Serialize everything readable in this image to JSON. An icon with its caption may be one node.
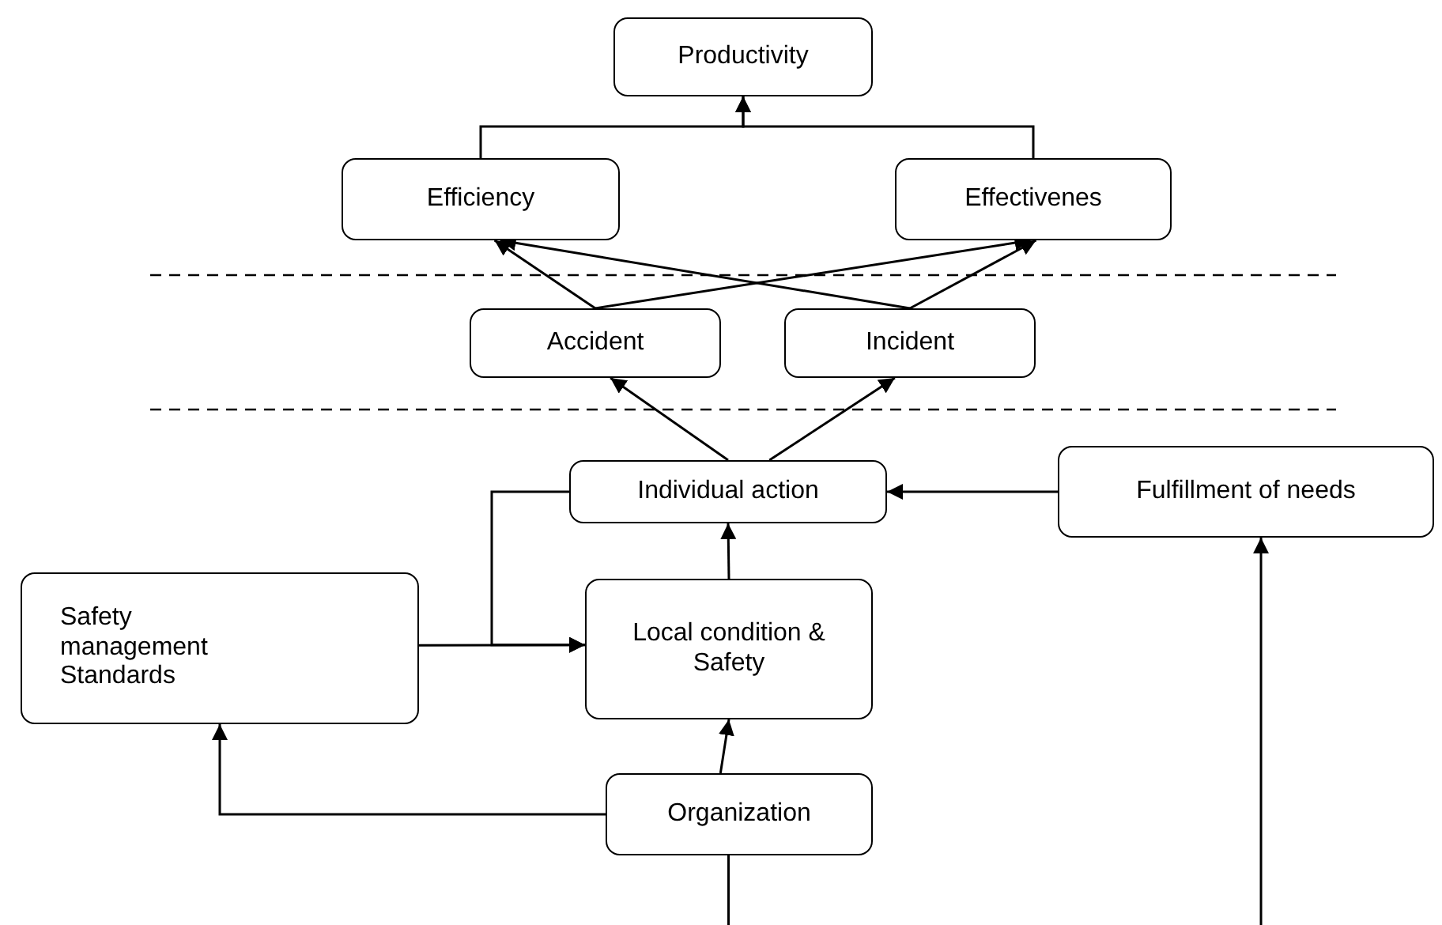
{
  "diagram": {
    "nodes": [
      {
        "text": [
          "Productivity"
        ]
      },
      {
        "text": [
          "Efficiency"
        ]
      },
      {
        "text": [
          "Effectivenes"
        ]
      },
      {
        "text": [
          "Accident"
        ]
      },
      {
        "text": [
          "Incident"
        ]
      },
      {
        "text": [
          "Individual action"
        ]
      },
      {
        "text": [
          "Fulfillment of needs"
        ]
      },
      {
        "text": [
          "Safety management Standards"
        ]
      },
      {
        "text": [
          "Local condition & Safety"
        ]
      },
      {
        "text": [
          "Organization"
        ]
      }
    ],
    "edges": [
      {
        "from": 1,
        "to": 0,
        "arrow": "to"
      },
      {
        "from": 2,
        "to": 0,
        "arrow": "to"
      },
      {
        "from": 3,
        "to": 1,
        "arrow": "to"
      },
      {
        "from": 3,
        "to": 2,
        "arrow": "to"
      },
      {
        "from": 4,
        "to": 1,
        "arrow": "to"
      },
      {
        "from": 4,
        "to": 2,
        "arrow": "to"
      },
      {
        "from": 5,
        "to": 3,
        "arrow": "to"
      },
      {
        "from": 5,
        "to": 4,
        "arrow": "to"
      },
      {
        "from": 6,
        "to": 5,
        "arrow": "to"
      },
      {
        "from": 8,
        "to": 5,
        "arrow": "to"
      },
      {
        "from": 5,
        "to": 8,
        "arrow": "to"
      },
      {
        "from": 7,
        "to": 8,
        "arrow": "to"
      },
      {
        "from": 9,
        "to": 8,
        "arrow": "to"
      },
      {
        "from": 9,
        "to": 7,
        "arrow": "to"
      },
      {
        "from": null,
        "to": 9,
        "arrow": "none"
      },
      {
        "from": null,
        "to": 6,
        "arrow": "to"
      }
    ]
  }
}
